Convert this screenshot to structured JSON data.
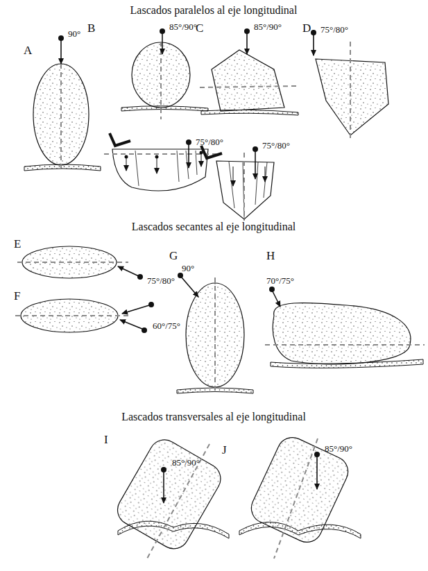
{
  "diagram": {
    "labels": [
      "Lascados paralelos al eje longitudinal",
      "A",
      "90°",
      "B",
      "85°/90°",
      "75°/80°",
      "C",
      "85°/90°",
      "75°/80°",
      "D",
      "75°/80°",
      "Lascados secantes al eje longitudinal",
      "E",
      "75°/80°",
      "F",
      "60°/75°",
      "G",
      "90°",
      "H",
      "70°/75°",
      "Lascados transversales al eje longitudinal",
      "I",
      "85°/90°",
      "J",
      "85°/90°"
    ]
  }
}
